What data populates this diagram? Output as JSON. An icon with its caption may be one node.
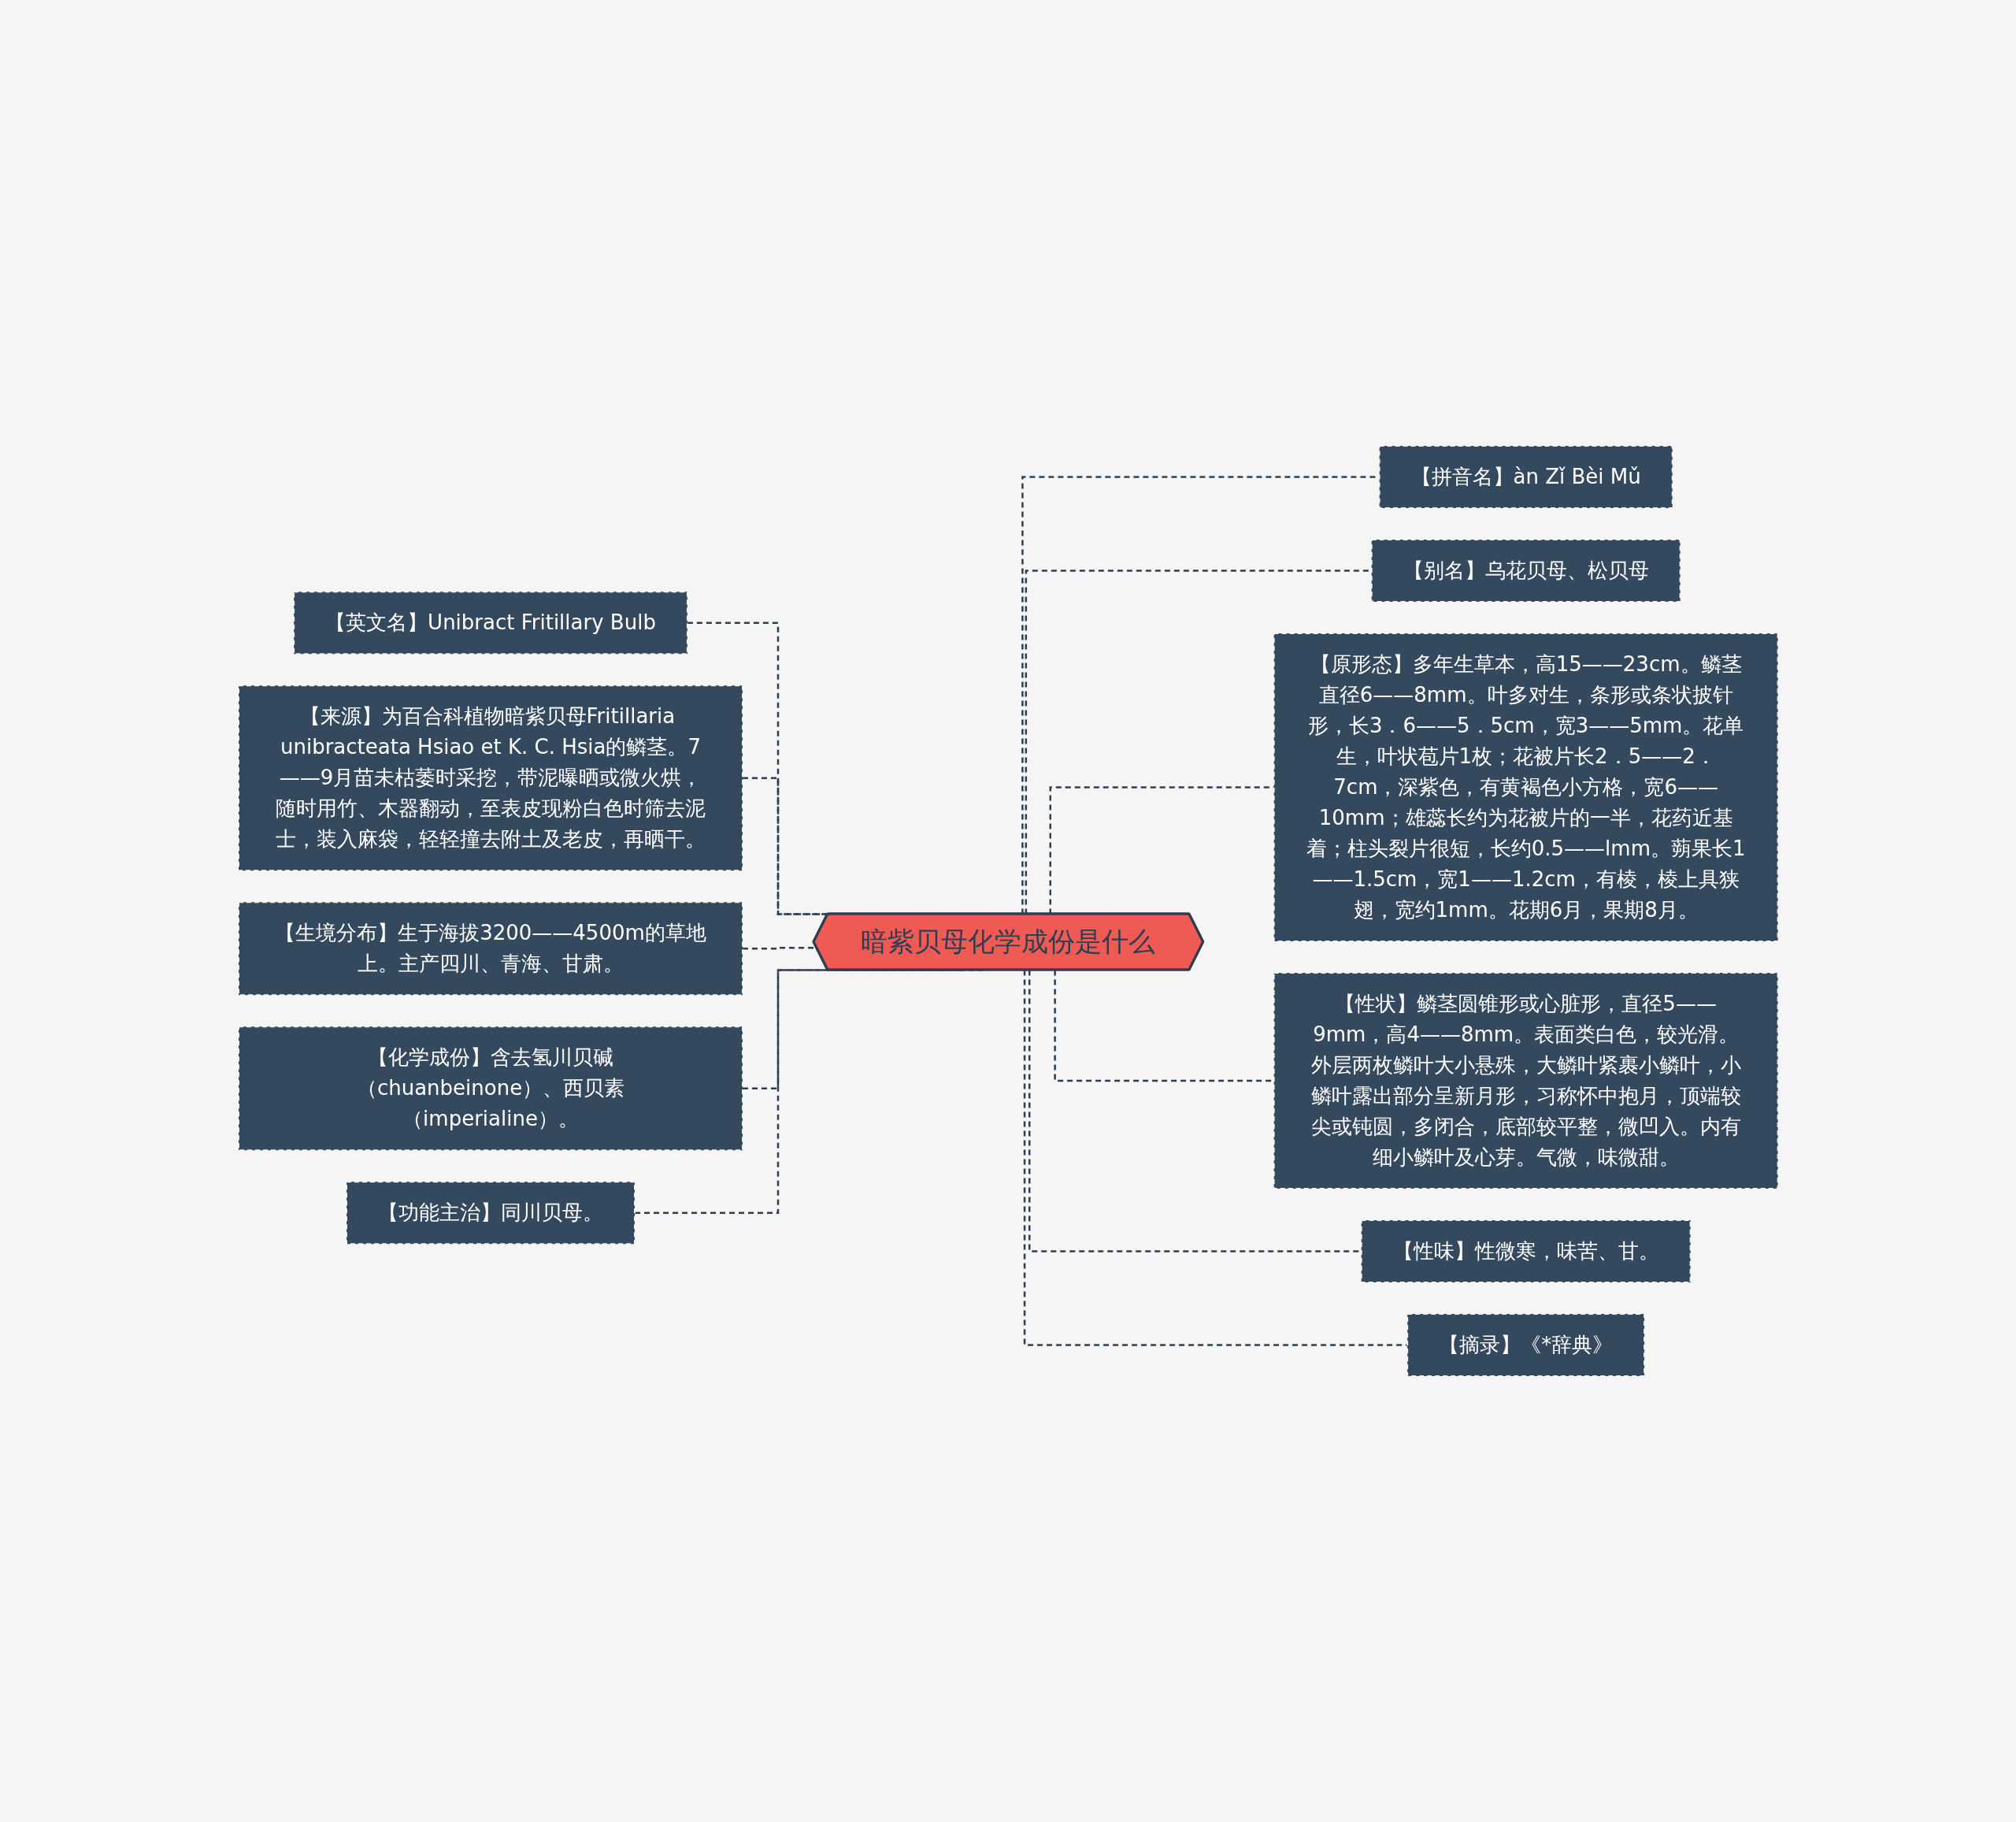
{
  "diagram": {
    "nodes": [
      {
        "text": [
          "暗紫贝母化学成份是什么"
        ]
      },
      {
        "text": [
          "【英文名】Unibract Fritillary Bulb"
        ]
      },
      {
        "text": [
          "【来源】为百合科植物暗紫贝母Fritillaria unibracteata Hsiao et K. C. Hsia的鳞茎。7——9月苗未枯萎时采挖，带泥曝晒或微火烘，随时用竹、木器翻动，至表皮现粉白色时筛去泥士，装入麻袋，轻轻撞去附土及老皮，再晒干。"
        ]
      },
      {
        "text": [
          "【生境分布】生于海拔3200——4500m的草地上。主产四川、青海、甘肃。"
        ]
      },
      {
        "text": [
          "【化学成份】含去氢川贝碱（chuanbeinone）、西贝素（imperialine）。"
        ]
      },
      {
        "text": [
          "【功能主治】同川贝母。"
        ]
      },
      {
        "text": [
          "【拼音名】àn Zǐ Bèi Mǔ"
        ]
      },
      {
        "text": [
          "【别名】乌花贝母、松贝母"
        ]
      },
      {
        "text": [
          "【原形态】多年生草本，高15——23cm。鳞茎直径6——8mm。叶多对生，条形或条状披针形，长3．6——5．5cm，宽3——5mm。花单生，叶状苞片1枚；花被片长2．5——2．7cm，深紫色，有黄褐色小方格，宽6——10mm；雄蕊长约为花被片的一半，花药近基着；柱头裂片很短，长约0.5——lmm。蒴果长1——1.5cm，宽1——1.2cm，有棱，棱上具狭翅，宽约1mm。花期6月，果期8月。"
        ]
      },
      {
        "text": [
          "【性状】鳞茎圆锥形或心脏形，直径5——9mm，高4——8mm。表面类白色，较光滑。外层两枚鳞叶大小悬殊，大鳞叶紧裹小鳞叶，小鳞叶露出部分呈新月形，习称怀中抱月，顶端较尖或钝圆，多闭合，底部较平整，微凹入。内有细小鳞叶及心芽。气微，味微甜。"
        ]
      },
      {
        "text": [
          "【性味】性微寒，味苦、甘。"
        ]
      },
      {
        "text": [
          "【摘录】《*辞典》"
        ]
      }
    ],
    "edges": [
      {
        "from": 0,
        "to": 1,
        "arrow": "none",
        "style": "dashed"
      },
      {
        "from": 0,
        "to": 2,
        "arrow": "none",
        "style": "dashed"
      },
      {
        "from": 0,
        "to": 3,
        "arrow": "none",
        "style": "dashed"
      },
      {
        "from": 0,
        "to": 4,
        "arrow": "none",
        "style": "dashed"
      },
      {
        "from": 0,
        "to": 5,
        "arrow": "none",
        "style": "dashed"
      },
      {
        "from": 0,
        "to": 6,
        "arrow": "none",
        "style": "dashed"
      },
      {
        "from": 0,
        "to": 7,
        "arrow": "none",
        "style": "dashed"
      },
      {
        "from": 0,
        "to": 8,
        "arrow": "none",
        "style": "dashed"
      },
      {
        "from": 0,
        "to": 9,
        "arrow": "none",
        "style": "dashed"
      },
      {
        "from": 0,
        "to": 10,
        "arrow": "none",
        "style": "dashed"
      },
      {
        "from": 0,
        "to": 11,
        "arrow": "none",
        "style": "dashed"
      }
    ]
  }
}
